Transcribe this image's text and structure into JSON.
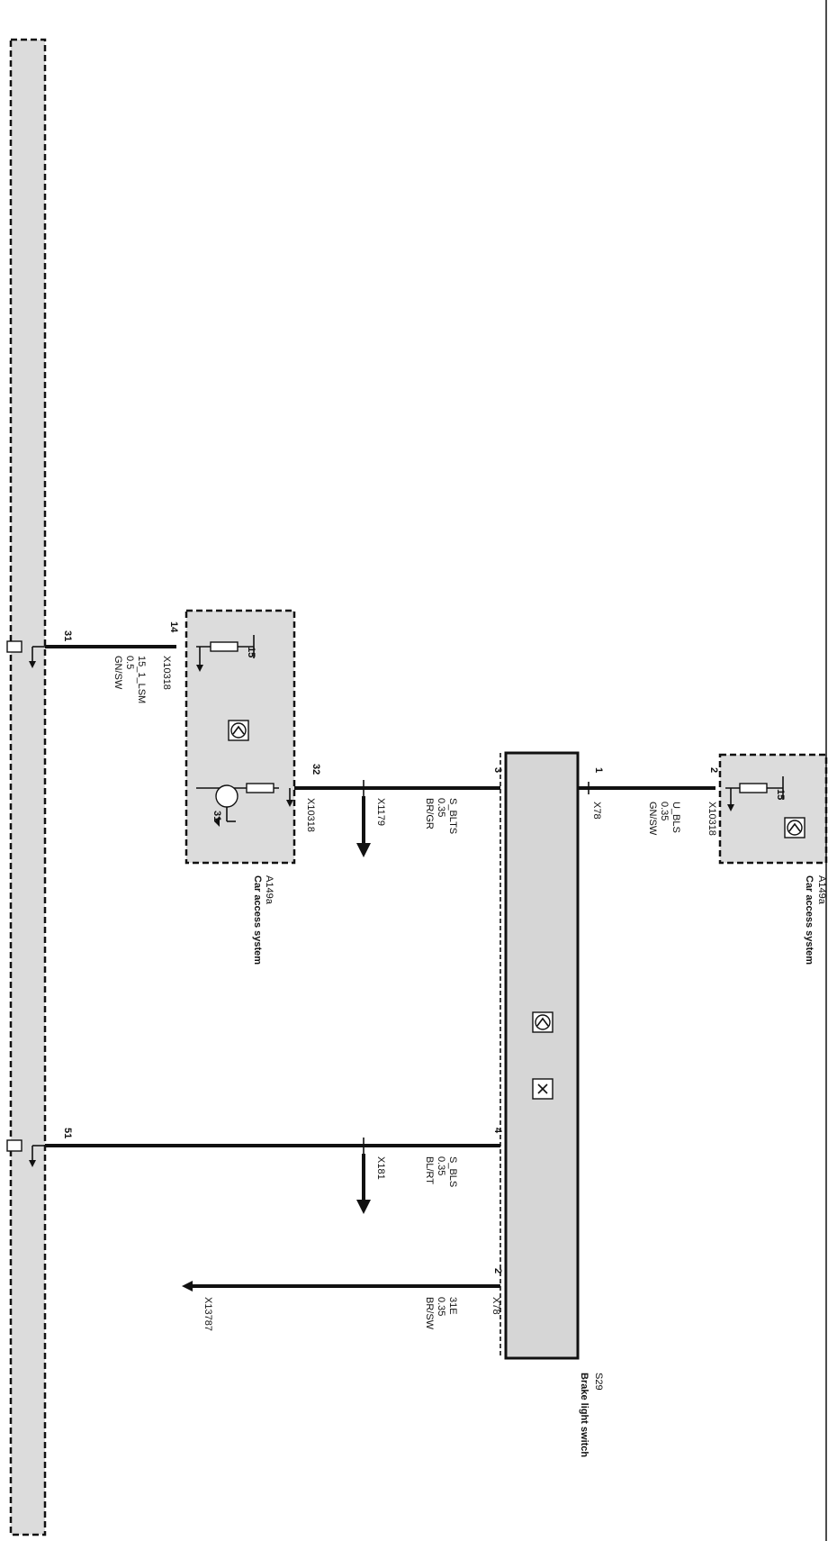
{
  "components": {
    "cas_top": {
      "code": "A149a",
      "name": "Car access system"
    },
    "cas_bottom": {
      "code": "A149a",
      "name": "Car access system"
    },
    "brake_switch": {
      "code": "S29",
      "name": "Brake light switch"
    }
  },
  "wires": [
    {
      "id": "w1",
      "signal": "15_1_LSM",
      "size": "0.5",
      "color": "GN/SW"
    },
    {
      "id": "w2",
      "signal": "S_BLTS",
      "size": "0.35",
      "color": "BR/GR"
    },
    {
      "id": "w3",
      "signal": "U_BLS",
      "size": "0.35",
      "color": "GN/SW"
    },
    {
      "id": "w4",
      "signal": "S_BLS",
      "size": "0.35",
      "color": "BL/RT"
    },
    {
      "id": "w5",
      "signal": "31E",
      "size": "0.35",
      "color": "BR/SW"
    }
  ],
  "connectors": {
    "c_x10318_a": "X10318",
    "c_x10318_b": "X10318",
    "c_x10318_c": "X10318",
    "c_x78_a": "X78",
    "c_x78_b": "X78",
    "c_x1179": "X1179",
    "c_x181": "X181",
    "c_x13787": "X13787"
  },
  "pins": {
    "p31": "31",
    "p14": "14",
    "p32": "32",
    "p3": "3",
    "p1": "1",
    "p2a": "2",
    "p51": "51",
    "p4": "4",
    "p2b": "2"
  },
  "internal": {
    "cas_top_15": "15",
    "cas_top_31": "31",
    "cas_bottom_15": "15"
  }
}
